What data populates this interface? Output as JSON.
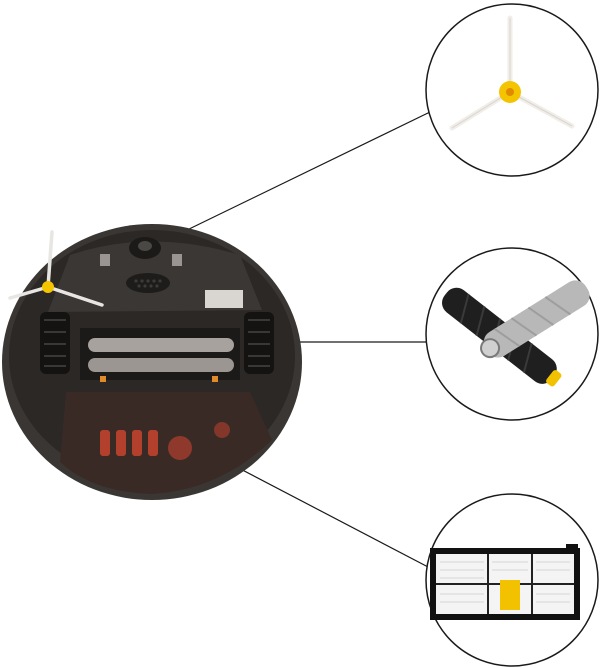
{
  "image": {
    "subject": "robot-vacuum-underside-with-replacement-parts",
    "background_color": "#ffffff"
  },
  "callouts": [
    {
      "part": "side-brush",
      "icon": "side-brush-icon"
    },
    {
      "part": "extractor-rollers",
      "icon": "roller-brushes-icon"
    },
    {
      "part": "hepa-filter",
      "icon": "filter-icon"
    }
  ],
  "colors": {
    "vacuum_body": "#2b2826",
    "bumper": "#3d3a37",
    "filter_frame": "#111111",
    "filter_media": "#f2f2f2",
    "tab_yellow": "#f2c200",
    "roller_black": "#1f1f1f",
    "roller_gray": "#b8b8b8",
    "brush_hub": "#f5c400",
    "light_red": "#c8452f"
  }
}
